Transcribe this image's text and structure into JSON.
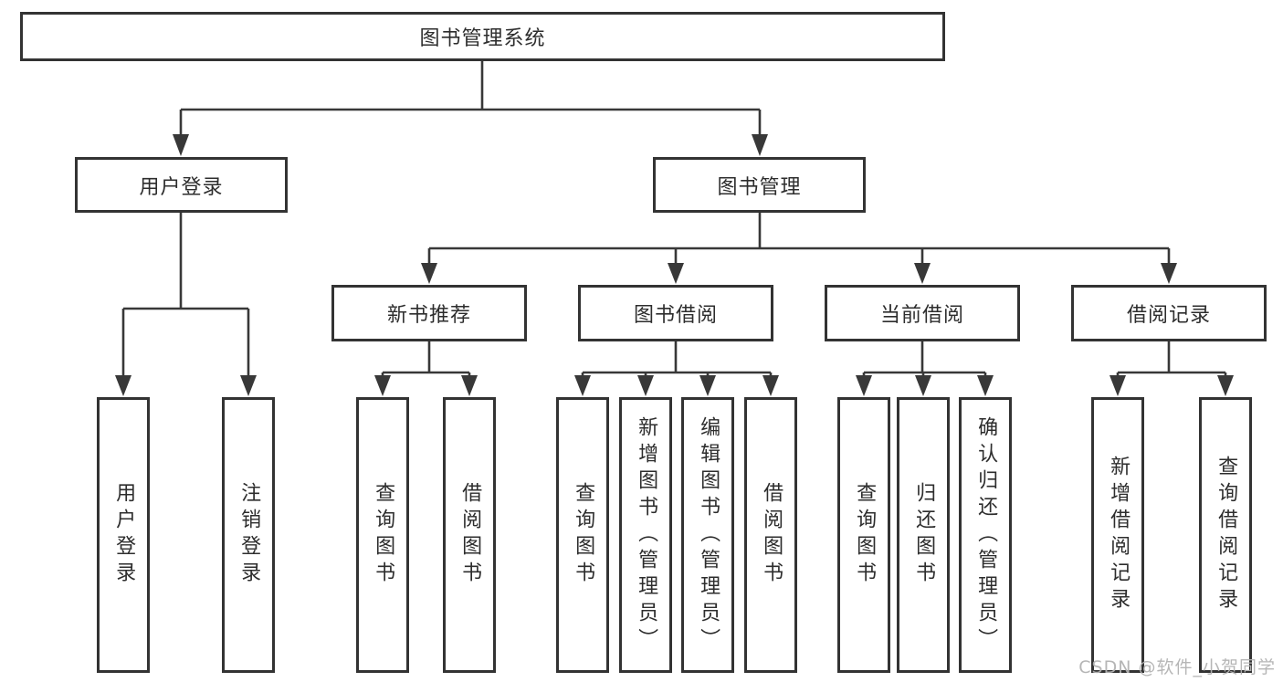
{
  "diagram_title": "图书管理系统",
  "tree": {
    "label": "图书管理系统",
    "children": [
      {
        "label": "用户登录",
        "children": [
          {
            "label": "用户登录"
          },
          {
            "label": "注销登录"
          }
        ]
      },
      {
        "label": "图书管理",
        "children": [
          {
            "label": "新书推荐",
            "children": [
              {
                "label": "查询图书"
              },
              {
                "label": "借阅图书"
              }
            ]
          },
          {
            "label": "图书借阅",
            "children": [
              {
                "label": "查询图书"
              },
              {
                "label": "新增图书（管理员）"
              },
              {
                "label": "编辑图书（管理员）"
              },
              {
                "label": "借阅图书"
              }
            ]
          },
          {
            "label": "当前借阅",
            "children": [
              {
                "label": "查询图书"
              },
              {
                "label": "归还图书"
              },
              {
                "label": "确认归还（管理员）"
              }
            ]
          },
          {
            "label": "借阅记录",
            "children": [
              {
                "label": "新增借阅记录"
              },
              {
                "label": "查询借阅记录"
              }
            ]
          }
        ]
      }
    ]
  },
  "watermark": {
    "text": "CSDN @软件_小贺同学"
  },
  "colors": {
    "line": "#383838",
    "box_border": "#333333",
    "box_fill": "#ffffff",
    "text": "#2d2d2d",
    "watermark": "#b2b2b2",
    "background": "#ffffff"
  }
}
